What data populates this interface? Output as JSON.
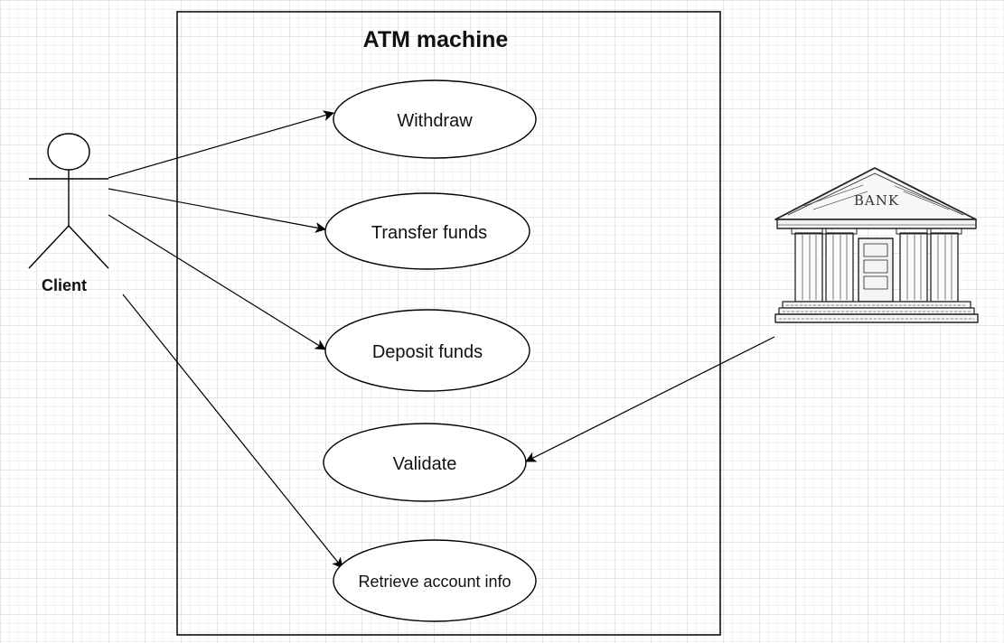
{
  "system": {
    "title": "ATM machine"
  },
  "actors": {
    "client": {
      "label": "Client"
    },
    "bank": {
      "label": "BANK",
      "icon": "bank-building-icon"
    }
  },
  "use_cases": [
    {
      "id": "withdraw",
      "label": "Withdraw"
    },
    {
      "id": "transfer",
      "label": "Transfer funds"
    },
    {
      "id": "deposit",
      "label": "Deposit funds"
    },
    {
      "id": "validate",
      "label": "Validate"
    },
    {
      "id": "retrieve",
      "label": "Retrieve account info"
    }
  ],
  "associations": [
    {
      "from": "client",
      "to": "withdraw"
    },
    {
      "from": "client",
      "to": "transfer"
    },
    {
      "from": "client",
      "to": "deposit"
    },
    {
      "from": "client",
      "to": "retrieve"
    },
    {
      "from": "bank",
      "to": "validate"
    }
  ]
}
